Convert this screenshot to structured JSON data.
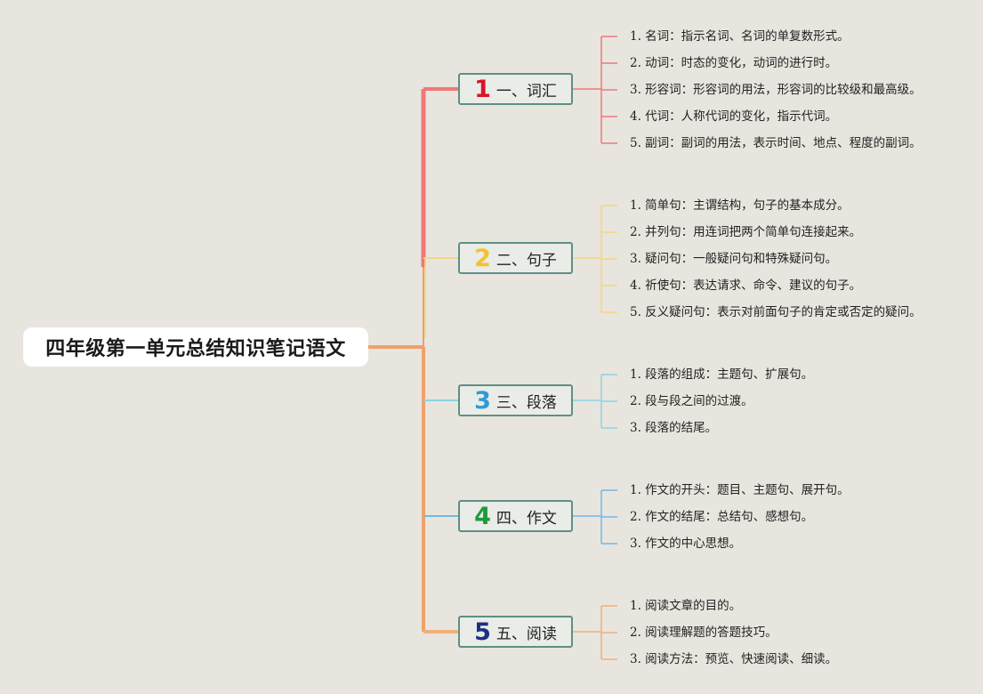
{
  "root": {
    "title": "四年级第一单元总结知识笔记语文"
  },
  "branches": [
    {
      "number": "1",
      "label": "一、词汇",
      "color": "#f07878",
      "number_color": "#d8152a",
      "items": [
        "1. 名词：指示名词、名词的单复数形式。",
        "2. 动词：时态的变化，动词的进行时。",
        "3. 形容词：形容词的用法，形容词的比较级和最高级。",
        "4. 代词：人称代词的变化，指示代词。",
        "5. 副词：副词的用法，表示时间、地点、程度的副词。"
      ]
    },
    {
      "number": "2",
      "label": "二、句子",
      "color": "#f6d580",
      "number_color": "#f2c230",
      "items": [
        "1. 简单句：主谓结构，句子的基本成分。",
        "2. 并列句：用连词把两个简单句连接起来。",
        "3. 疑问句：一般疑问句和特殊疑问句。",
        "4. 祈使句：表达请求、命令、建议的句子。",
        "5. 反义疑问句：表示对前面句子的肯定或否定的疑问。"
      ]
    },
    {
      "number": "3",
      "label": "三、段落",
      "color": "#8ed3e0",
      "number_color": "#2f9bd6",
      "items": [
        "1. 段落的组成：主题句、扩展句。",
        "2. 段与段之间的过渡。",
        "3. 段落的结尾。"
      ]
    },
    {
      "number": "4",
      "label": "四、作文",
      "color": "#72b8e6",
      "number_color": "#1f9a3c",
      "items": [
        "1. 作文的开头：题目、主题句、展开句。",
        "2. 作文的结尾：总结句、感想句。",
        "3. 作文的中心思想。"
      ]
    },
    {
      "number": "5",
      "label": "五、阅读",
      "color": "#f1b07a",
      "number_color": "#1d2f86",
      "items": [
        "1. 阅读文章的目的。",
        "2. 阅读理解题的答题技巧。",
        "3. 阅读方法：预览、快速阅读、细读。"
      ]
    }
  ],
  "colors": {
    "background": "#e8e5df",
    "trunk": "#f0a068",
    "branch_border": "#5f8f84"
  }
}
